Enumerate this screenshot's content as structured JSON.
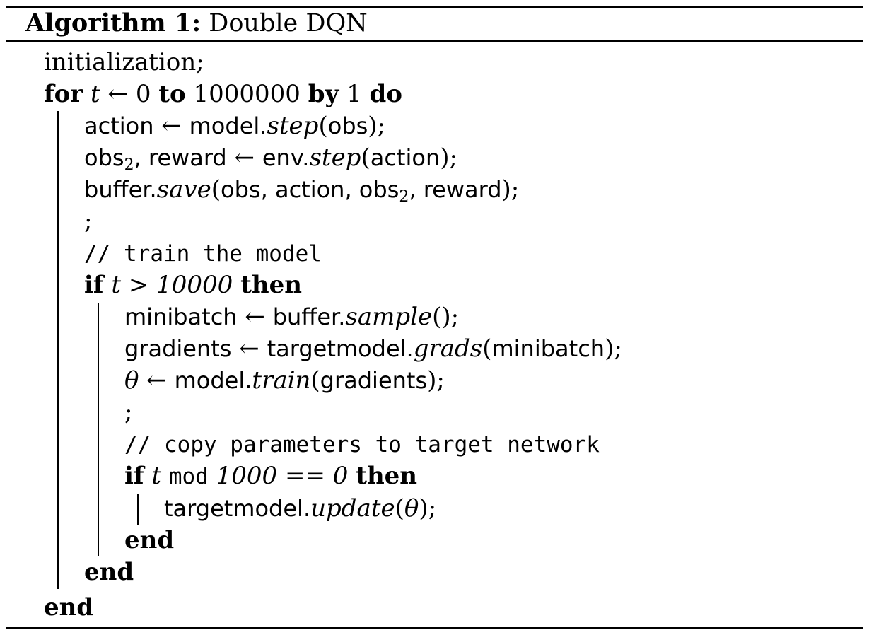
{
  "algorithm": {
    "title_label": "Algorithm 1:",
    "title_name": "Double DQN"
  },
  "lines": {
    "init": "initialization;",
    "for_kw": "for",
    "for_var": "t",
    "arrow": "←",
    "for_start": "0",
    "to_kw": "to",
    "for_end": "1000000",
    "by_kw": "by",
    "for_step": "1",
    "do_kw": "do",
    "action_lhs": "action",
    "model": "model.",
    "step_fn": "step",
    "obs": "obs",
    "action_rhs_close": ");",
    "obs2": "obs",
    "obs2_sub": "2",
    "comma_reward": ", reward",
    "env": "env.",
    "step_fn2": "step",
    "action_arg": "action",
    "buffer": "buffer.",
    "save_fn": "save",
    "save_args_pre": "obs, action, obs",
    "save_sub": "2",
    "save_args_post": ", reward",
    "empty1": ";",
    "comment1": "// train the model",
    "if_kw": "if",
    "if_var": "t",
    "if_gt": ">",
    "if_val": "10000",
    "then_kw": "then",
    "minibatch": "minibatch",
    "buffer2": "buffer.",
    "sample_fn": "sample",
    "gradients": "gradients",
    "targetmodel": "targetmodel.",
    "grads_fn": "grads",
    "minibatch_arg": "minibatch",
    "theta": "θ",
    "model2": "model.",
    "train_fn": "train",
    "gradients_arg": "gradients",
    "empty2": ";",
    "comment2": "// copy parameters to target network",
    "if2_kw": "if",
    "if2_var": "t",
    "mod": "mod",
    "if2_val": "1000",
    "if2_eq": "==",
    "if2_zero": "0",
    "then2_kw": "then",
    "targetmodel2": "targetmodel.",
    "update_fn": "update",
    "theta_arg": "θ",
    "end_inner": "end",
    "end_mid": "end",
    "end_outer": "end"
  }
}
